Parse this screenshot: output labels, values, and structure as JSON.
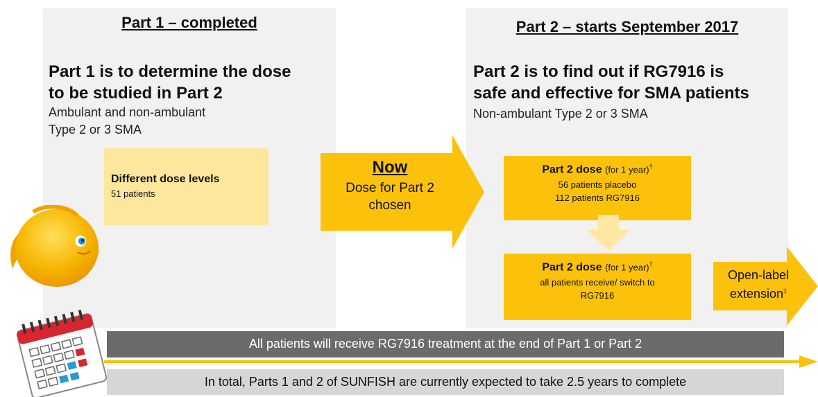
{
  "colors": {
    "gold": "#fcc20b",
    "pale_yellow": "#fde79c",
    "panel": "#f1f1f1",
    "dark_bar": "#6b6b6b",
    "light_bar": "#d6d6d6",
    "arrow_light": "#fde7a3"
  },
  "part1": {
    "heading": "Part 1 – completed",
    "lead_line1": "Part 1 is to determine the dose",
    "lead_line2": "to be studied in Part 2",
    "sub_line1": "Ambulant and non-ambulant",
    "sub_line2": "Type 2 or 3 SMA",
    "box_title": "Different dose levels",
    "box_count": "51 patients"
  },
  "now_arrow": {
    "title": "Now",
    "line1": "Dose for Part 2",
    "line2": "chosen"
  },
  "part2": {
    "heading": "Part 2 – starts September 2017",
    "lead_line1": "Part 2 is to find out if RG7916 is",
    "lead_line2": "safe and effective for SMA patients",
    "sub": "Non-ambulant Type 2 or 3 SMA",
    "box1": {
      "title": "Part 2 dose",
      "qualifier": "(for 1 year)",
      "mark": "†",
      "line1": "56 patients placebo",
      "line2": "112 patients RG7916"
    },
    "box2": {
      "title": "Part 2 dose",
      "qualifier": "(for 1 year)",
      "mark": "†",
      "line1": "all patients receive/ switch to",
      "line2": "RG7916"
    }
  },
  "ole_arrow": {
    "line1": "Open-label",
    "line2": "extension",
    "mark": "‡"
  },
  "bars": {
    "treatment": "All patients will receive RG7916 treatment at the end of Part 1 or Part 2",
    "duration": "In total, Parts 1 and 2 of SUNFISH are currently expected to take 2.5 years to complete"
  },
  "icons": {
    "mascot": "fish-mascot-icon",
    "calendar": "calendar-icon",
    "timeline": "timeline-arrow"
  }
}
